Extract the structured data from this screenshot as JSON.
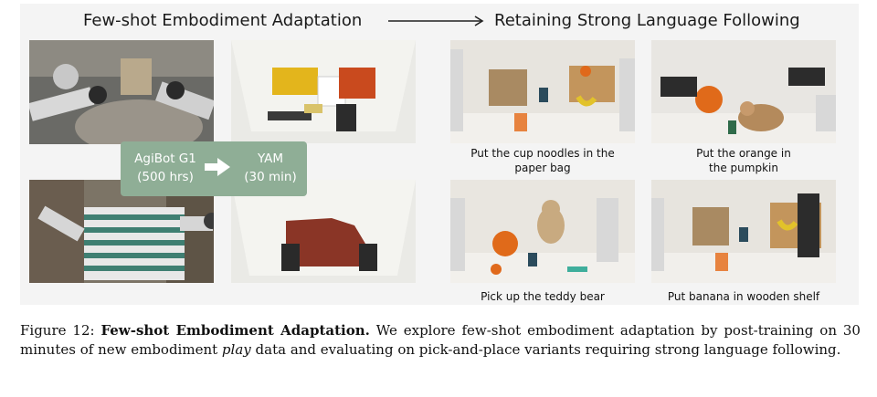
{
  "figure": {
    "left_title": "Few-shot Embodiment Adaptation",
    "right_title": "Retaining Strong Language Following",
    "badge": {
      "source_name": "AgiBot G1",
      "source_amount": "(500 hrs)",
      "target_name": "YAM",
      "target_amount": "(30 min)"
    },
    "task_captions": [
      {
        "line1": "Put the cup noodles in the",
        "line2": "paper bag"
      },
      {
        "line1": "Put the orange in",
        "line2": "the pumpkin"
      },
      {
        "line1": "Pick up the teddy bear",
        "line2": ""
      },
      {
        "line1": "Put banana in wooden shelf",
        "line2": ""
      }
    ]
  },
  "caption": {
    "label": "Figure 12:",
    "bold_title": "Few-shot Embodiment Adaptation.",
    "text_before_italic": "We explore few-shot embodiment adaptation by post-training on 30 minutes of new embodiment",
    "italic_word": "play",
    "text_after_italic": "data and evaluating on pick-and-place variants requiring strong language following."
  },
  "colors": {
    "badge_bg": "#8fae96",
    "panel_bg": "#f4f4f4"
  }
}
